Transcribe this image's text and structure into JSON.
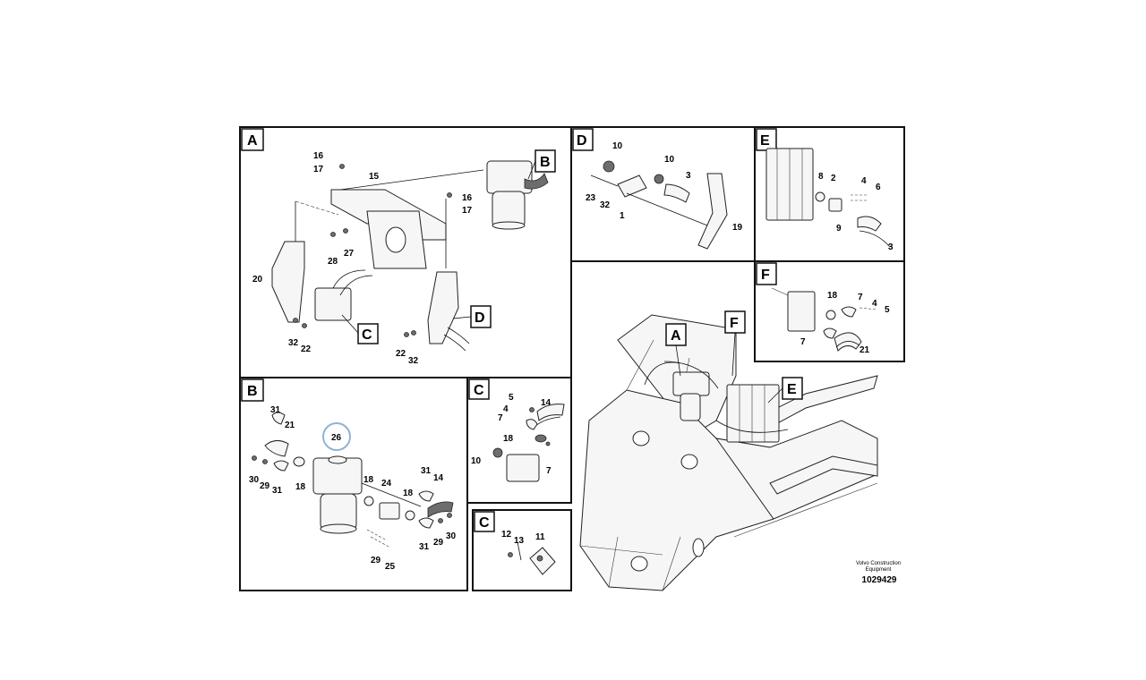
{
  "panels": {
    "A": {
      "label": "A",
      "callouts": [
        {
          "text": "B"
        },
        {
          "text": "C"
        },
        {
          "text": "D"
        }
      ],
      "parts": [
        "16",
        "17",
        "15",
        "16",
        "17",
        "27",
        "28",
        "20",
        "32",
        "22",
        "22",
        "32"
      ]
    },
    "B": {
      "label": "B",
      "highlight": "26",
      "parts": [
        "31",
        "21",
        "30",
        "29",
        "31",
        "18",
        "18",
        "24",
        "18",
        "31",
        "14",
        "31",
        "29",
        "30",
        "29",
        "25"
      ]
    },
    "C1": {
      "label": "C",
      "parts": [
        "5",
        "14",
        "4",
        "7",
        "18",
        "10",
        "7"
      ]
    },
    "C2": {
      "label": "C",
      "parts": [
        "12",
        "13",
        "11"
      ]
    },
    "D": {
      "label": "D",
      "parts": [
        "10",
        "10",
        "3",
        "23",
        "32",
        "1",
        "19"
      ]
    },
    "E": {
      "label": "E",
      "parts": [
        "8",
        "2",
        "4",
        "6",
        "9",
        "3"
      ]
    },
    "F": {
      "label": "F",
      "parts": [
        "18",
        "7",
        "4",
        "5",
        "7",
        "21"
      ]
    },
    "overview": {
      "callouts": [
        "A",
        "F",
        "E"
      ],
      "credit_line1": "Volvo Construction",
      "credit_line2": "Equipment",
      "doc_number": "1029429"
    }
  },
  "colors": {
    "highlight_ring": "#8fb3d6",
    "ink": "#111111"
  }
}
